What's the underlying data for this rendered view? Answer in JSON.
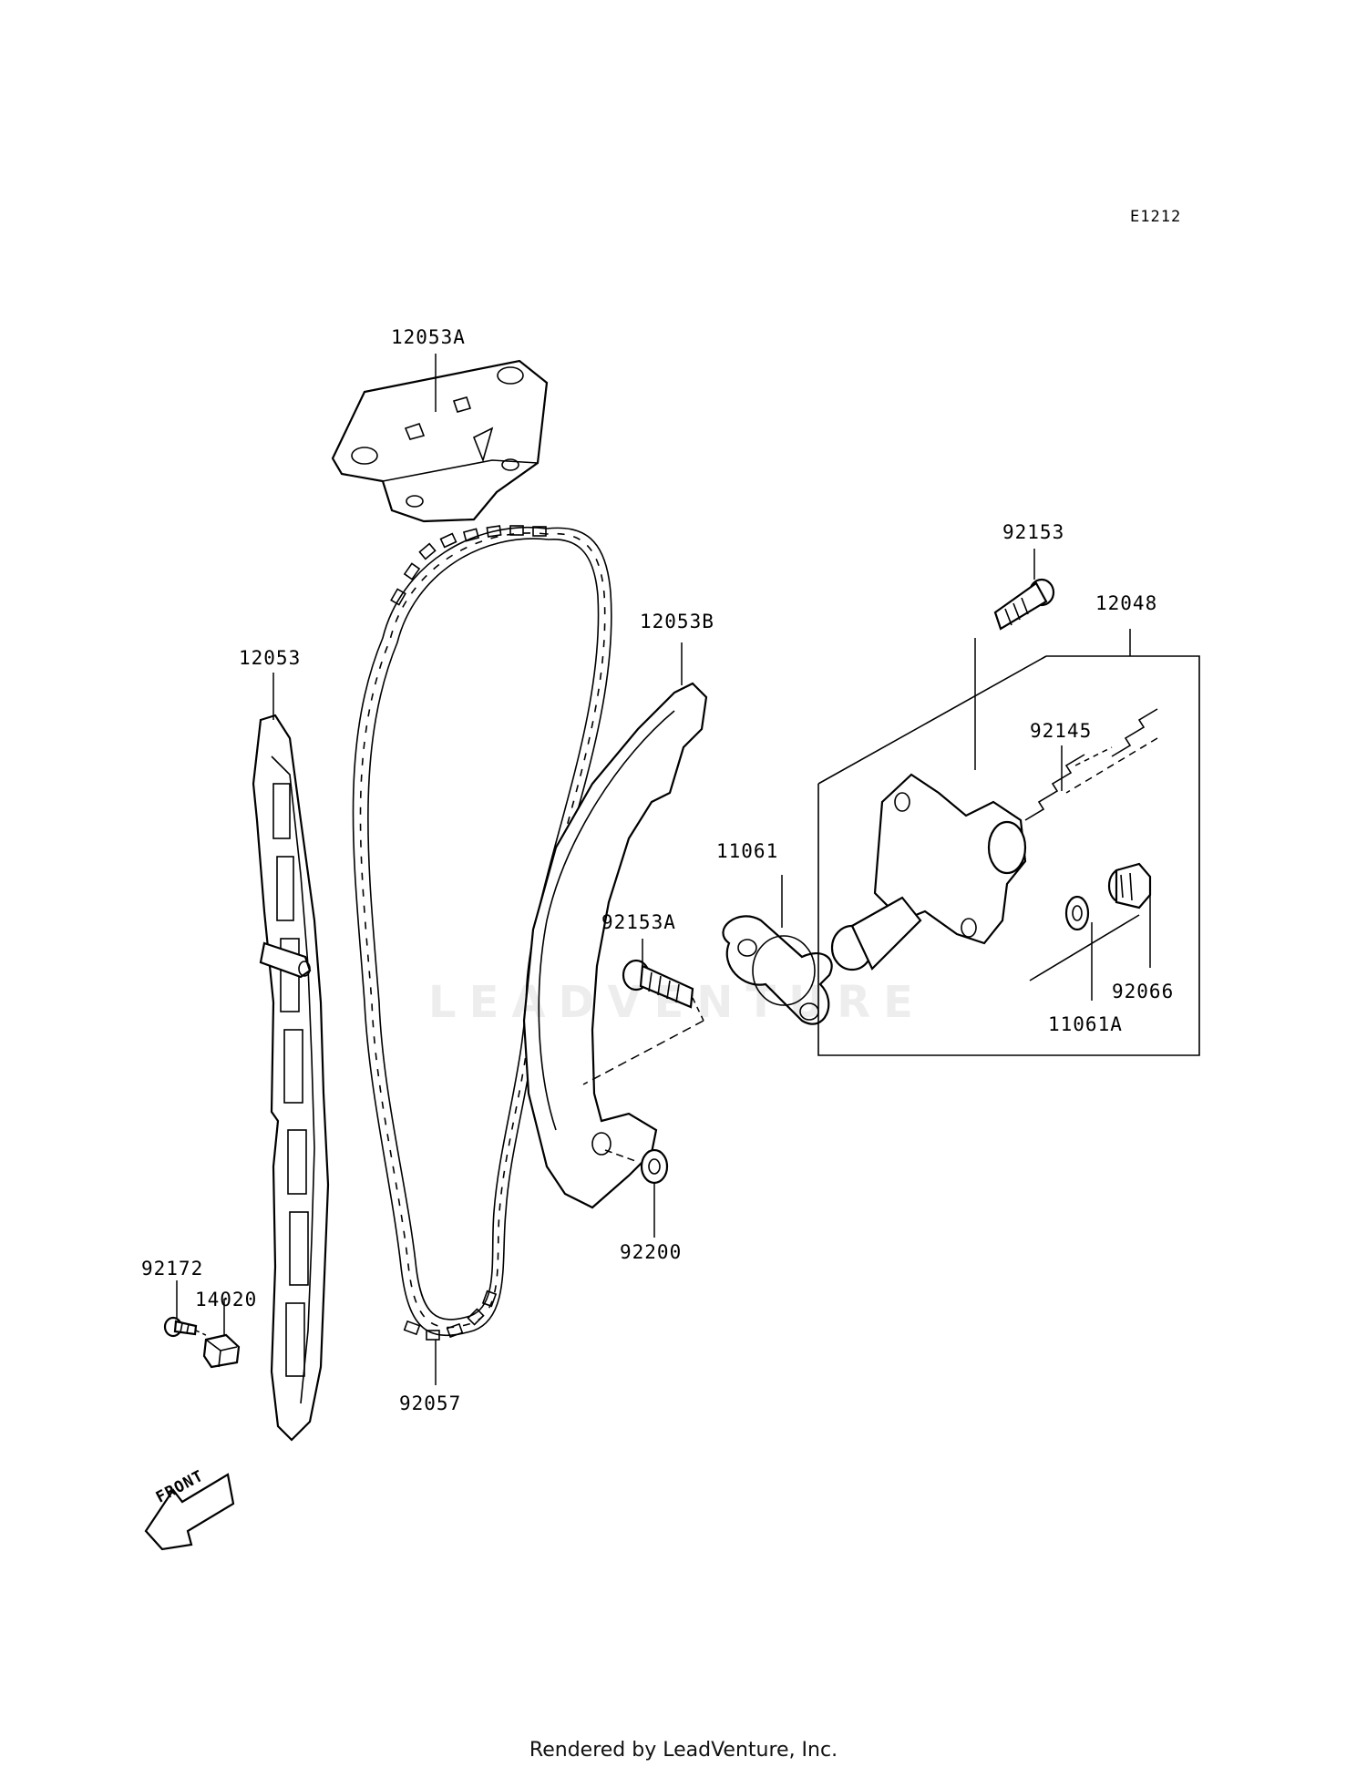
{
  "diagram_code": "E1212",
  "parts": [
    {
      "id": "p-12053A",
      "label": "12053A"
    },
    {
      "id": "p-92153",
      "label": "92153"
    },
    {
      "id": "p-12048",
      "label": "12048"
    },
    {
      "id": "p-12053B",
      "label": "12053B"
    },
    {
      "id": "p-12053",
      "label": "12053"
    },
    {
      "id": "p-92145",
      "label": "92145"
    },
    {
      "id": "p-11061",
      "label": "11061"
    },
    {
      "id": "p-92153A",
      "label": "92153A"
    },
    {
      "id": "p-92066",
      "label": "92066"
    },
    {
      "id": "p-11061A",
      "label": "11061A"
    },
    {
      "id": "p-92200",
      "label": "92200"
    },
    {
      "id": "p-92172",
      "label": "92172"
    },
    {
      "id": "p-14020",
      "label": "14020"
    },
    {
      "id": "p-92057",
      "label": "92057"
    }
  ],
  "front_arrow_text": "FRONT",
  "watermark": "LEADVENTURE",
  "footer": "Rendered by LeadVenture, Inc."
}
